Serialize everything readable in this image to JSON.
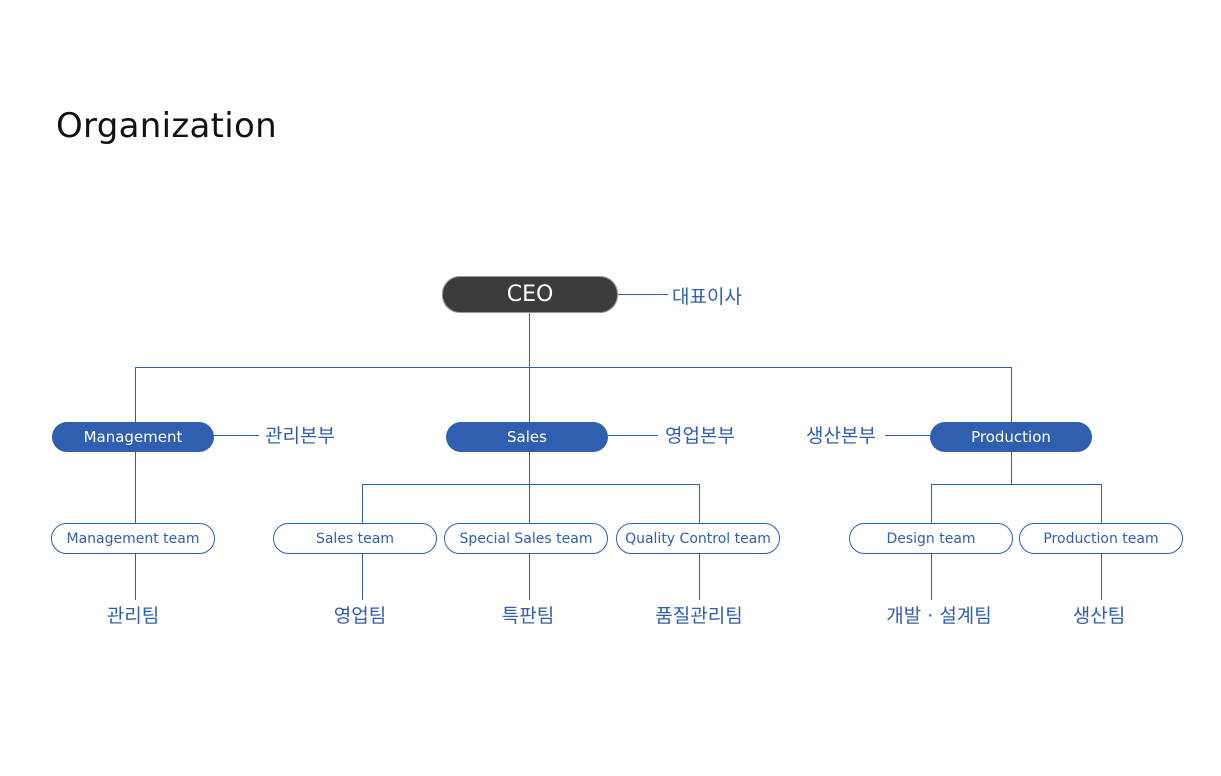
{
  "title": "Organization",
  "ceo": {
    "label": "CEO",
    "korean": "대표이사"
  },
  "divisions": [
    {
      "label": "Management",
      "korean": "관리본부",
      "teams": [
        {
          "label": "Management team",
          "korean": "관리팀"
        }
      ]
    },
    {
      "label": "Sales",
      "korean": "영업본부",
      "teams": [
        {
          "label": "Sales team",
          "korean": "영업팀"
        },
        {
          "label": "Special Sales team",
          "korean": "특판팀"
        },
        {
          "label": "Quality Control team",
          "korean": "품질관리팀"
        }
      ]
    },
    {
      "label": "Production",
      "korean": "생산본부",
      "teams": [
        {
          "label": "Design team",
          "korean": "개발 · 설계팀"
        },
        {
          "label": "Production team",
          "korean": "생산팀"
        }
      ]
    }
  ],
  "colors": {
    "accent": "#2f5fae",
    "ceo_fill": "#3c3c3c",
    "title_text": "#111111"
  }
}
